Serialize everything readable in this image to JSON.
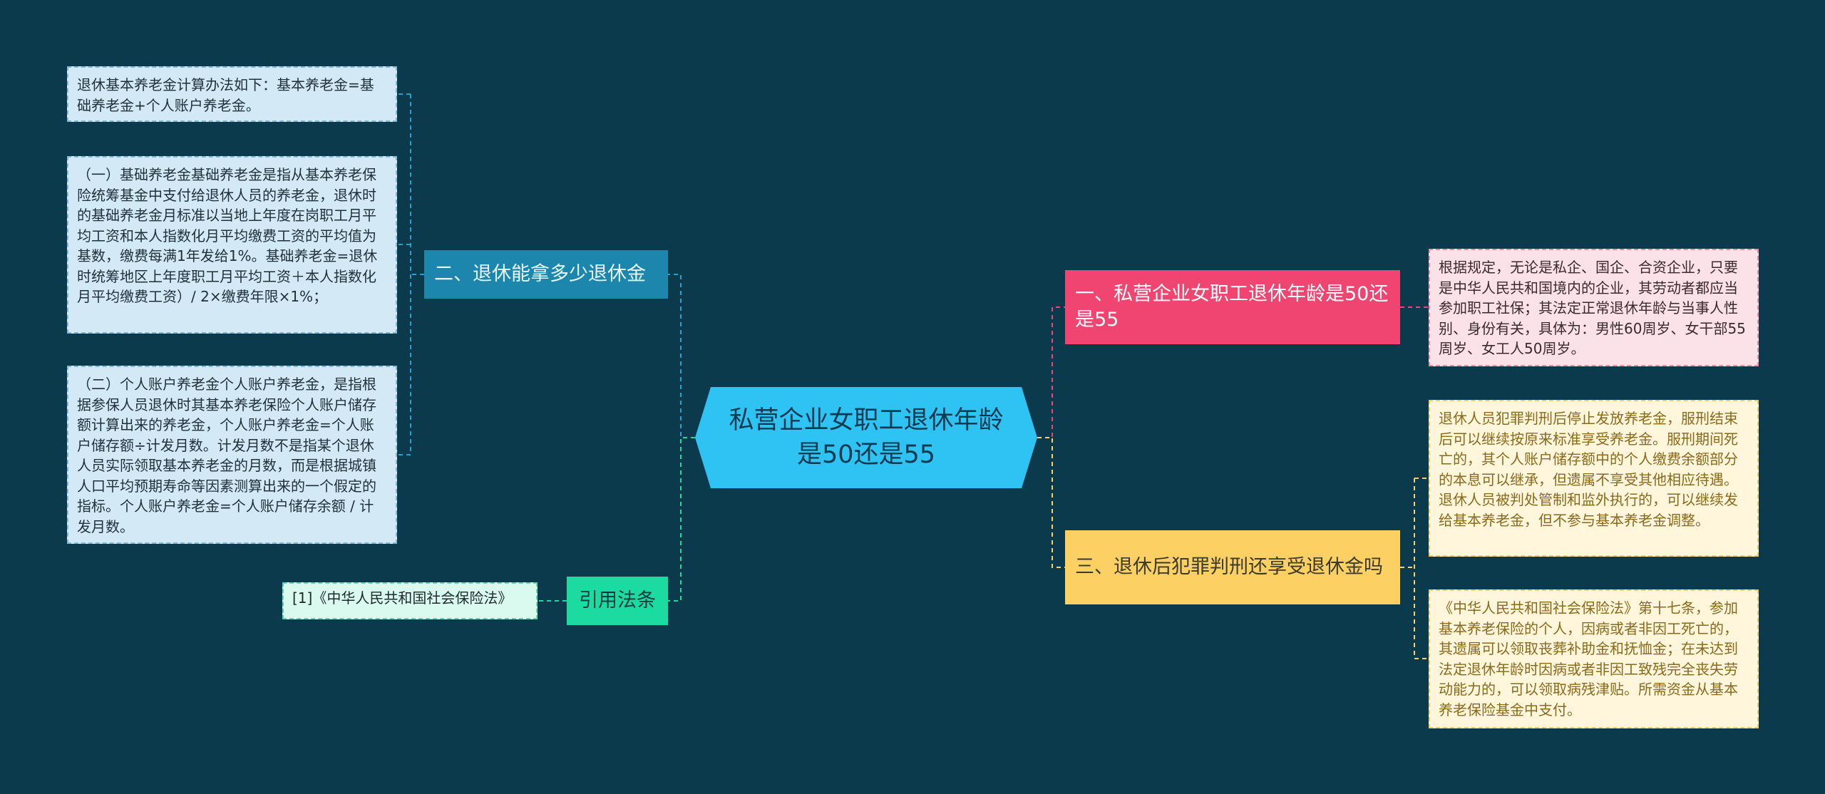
{
  "center": {
    "title": "私营企业女职工退休年龄是50还是55"
  },
  "branches": {
    "b1": {
      "label": "一、私营企业女职工退休年龄是50还是55",
      "color": "#ef4570"
    },
    "b2": {
      "label": "二、退休能拿多少退休金",
      "color": "#1d86ad"
    },
    "b3": {
      "label": "三、退休后犯罪判刑还享受退休金吗",
      "color": "#fdd064"
    },
    "b4": {
      "label": "引用法条",
      "color": "#1cdba0"
    }
  },
  "leaves": {
    "l1": {
      "text": "退休基本养老金计算办法如下：基本养老金=基础养老金+个人账户养老金。"
    },
    "l2": {
      "text": "（一）基础养老金基础养老金是指从基本养老保险统筹基金中支付给退休人员的养老金，退休时的基础养老金月标准以当地上年度在岗职工月平均工资和本人指数化月平均缴费工资的平均值为基数，缴费每满1年发给1%。基础养老金=退休时统筹地区上年度职工月平均工资＋本人指数化月平均缴费工资）/ 2×缴费年限×1%；"
    },
    "l3": {
      "text": "（二）个人账户养老金个人账户养老金，是指根据参保人员退休时其基本养老保险个人账户储存额计算出来的养老金，个人账户养老金=个人账户储存额÷计发月数。计发月数不是指某个退休人员实际领取基本养老金的月数，而是根据城镇人口平均预期寿命等因素测算出来的一个假定的指标。个人账户养老金=个人账户储存余额 / 计发月数。"
    },
    "l4": {
      "text": "[1]《中华人民共和国社会保险法》"
    },
    "l5": {
      "text": "根据规定，无论是私企、国企、合资企业，只要是中华人民共和国境内的企业，其劳动者都应当参加职工社保；其法定正常退休年龄与当事人性别、身份有关，具体为：男性60周岁、女干部55周岁、女工人50周岁。"
    },
    "l6": {
      "text": "退休人员犯罪判刑后停止发放养老金，服刑结束后可以继续按原来标准享受养老金。服刑期间死亡的，其个人账户储存额中的个人缴费余额部分的本息可以继承，但遗属不享受其他相应待遇。退休人员被判处管制和监外执行的，可以继续发给基本养老金，但不参与基本养老金调整。"
    },
    "l7": {
      "text": "《中华人民共和国社会保险法》第十七条，参加基本养老保险的个人，因病或者非因工死亡的，其遗属可以领取丧葬补助金和抚恤金；在未达到法定退休年龄时因病或者非因工致残完全丧失劳动能力的，可以领取病残津贴。所需资金从基本养老保险基金中支付。"
    }
  },
  "colors": {
    "background": "#0b3a4d",
    "center": "#2ec3f2",
    "link_pink": "#ef4570",
    "link_blue": "#2aa0c8",
    "link_yellow": "#fdd064",
    "link_green": "#1cdba0"
  }
}
